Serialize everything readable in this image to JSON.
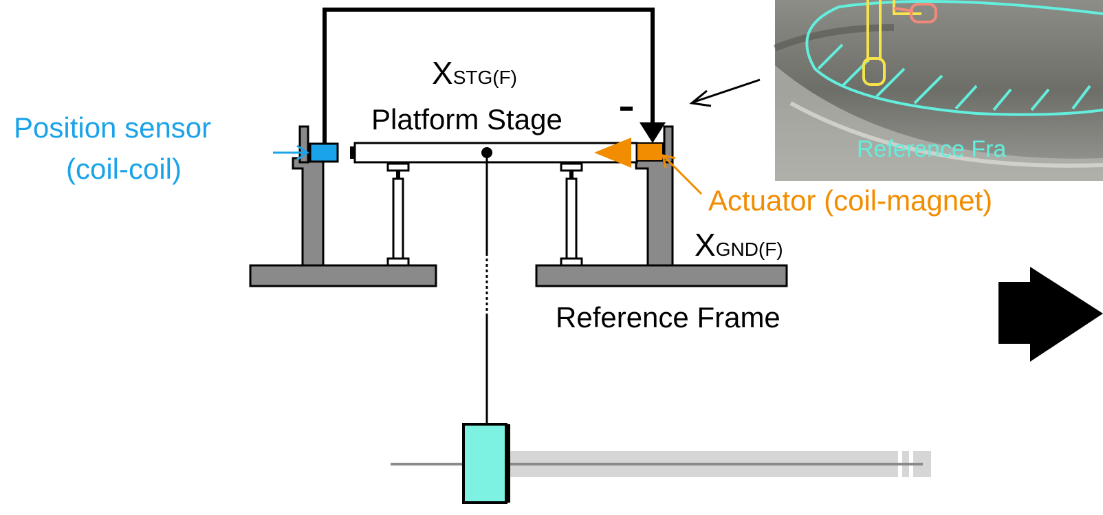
{
  "labels": {
    "stage_symbol_main": "X",
    "stage_symbol_sub": "STG(F)",
    "platform_stage": "Platform Stage",
    "minus_sign": "-",
    "sensor_line1": "Position sensor",
    "sensor_line2": "(coil-coil)",
    "actuator": "Actuator (coil-magnet)",
    "ground_symbol_main": "X",
    "ground_symbol_sub": "GND(F)",
    "reference_frame": "Reference Frame",
    "photo_caption": "Reference Fra"
  },
  "colors": {
    "sensor_blue": "#1aa3e8",
    "actuator_orange": "#f28c00",
    "frame_gray": "#8a8a8a",
    "mass_cyan": "#7ef2e2",
    "photo_cyan": "#63eedd",
    "photo_yellow": "#f6e24a"
  },
  "photo": {
    "description_icon": "photo-inset"
  },
  "icons": [
    "arrow-right-icon",
    "photo-pointer-arrow-icon"
  ]
}
